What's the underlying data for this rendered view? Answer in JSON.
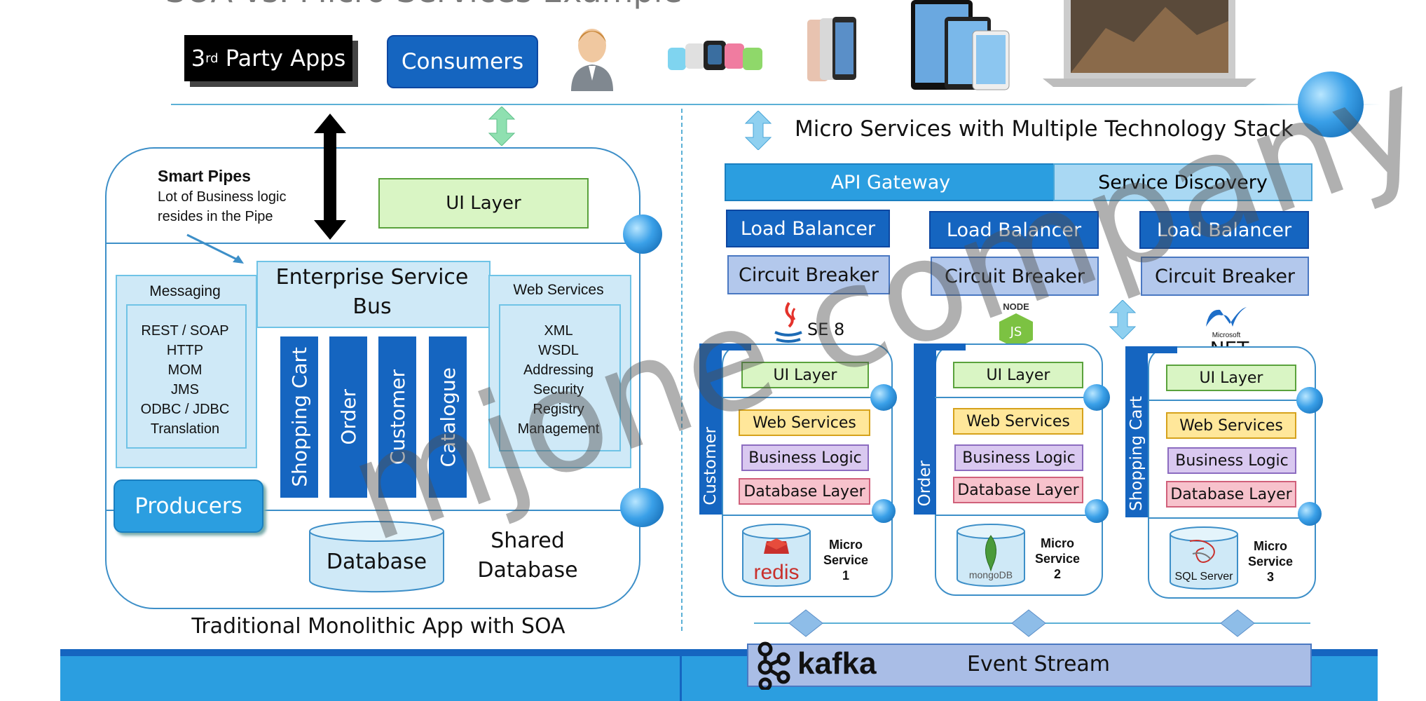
{
  "title": "SOA vs. Micro Services Example",
  "top": {
    "third_party": "3",
    "third_party_sup": "rd",
    "third_party_rest": " Party Apps",
    "consumers": "Consumers"
  },
  "left": {
    "smart_pipes": "Smart Pipes",
    "smart_pipes_desc_1": "Lot of Business logic",
    "smart_pipes_desc_2": "resides in the Pipe",
    "ui_layer": "UI Layer",
    "esb_1": "Enterprise Service",
    "esb_2": "Bus",
    "messaging_title": "Messaging",
    "messaging_items": [
      "REST / SOAP",
      "HTTP",
      "MOM",
      "JMS",
      "ODBC / JDBC",
      "Translation"
    ],
    "webservices_title": "Web Services",
    "webservices_items": [
      "XML",
      "WSDL",
      "Addressing",
      "Security",
      "Registry",
      "Management"
    ],
    "columns": [
      "Shopping Cart",
      "Order",
      "Customer",
      "Catalogue"
    ],
    "producers": "Producers",
    "database": "Database",
    "shared_1": "Shared",
    "shared_2": "Database",
    "caption": "Traditional Monolithic App with SOA"
  },
  "right": {
    "heading": "Micro Services with Multiple Technology Stack",
    "api_gateway": "API Gateway",
    "service_discovery": "Service Discovery",
    "load_balancer": "Load Balancer",
    "circuit_breaker": "Circuit Breaker",
    "services": [
      {
        "side": "Customer",
        "tech": "SE 8",
        "ui": "UI Layer",
        "ws": "Web Services",
        "bl": "Business Logic",
        "db": "Database Layer",
        "store": "redis",
        "micro": "Micro",
        "service": "Service",
        "num": "1"
      },
      {
        "side": "Order",
        "tech": "NODE",
        "ui": "UI Layer",
        "ws": "Web Services",
        "bl": "Business Logic",
        "db": "Database Layer",
        "store": "mongoDB",
        "micro": "Micro",
        "service": "Service",
        "num": "2"
      },
      {
        "side": "Shopping Cart",
        "tech": ".NET",
        "ui": "UI Layer",
        "ws": "Web Services",
        "bl": "Business Logic",
        "db": "Database Layer",
        "store": "SQL Server",
        "micro": "Micro",
        "service": "Service",
        "num": "3"
      }
    ],
    "microsoft": "Microsoft",
    "js": "JS",
    "kafka": "kafka",
    "event_stream": "Event Stream"
  },
  "watermark": "mjone company"
}
